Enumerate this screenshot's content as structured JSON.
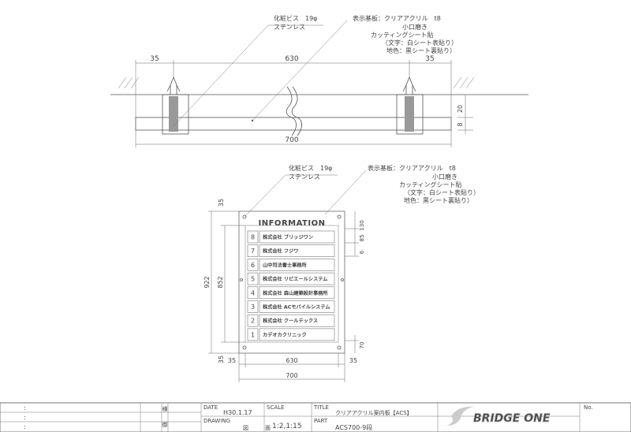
{
  "top_view": {
    "callout_screw": [
      "化粧ビス　19φ",
      "ステンレス"
    ],
    "callout_board": [
      "表示基板：クリアアクリル　t8",
      "小口磨き",
      "カッティングシート貼",
      "（文字：白シート表貼り）",
      "地色：黒シート裏貼り）"
    ],
    "dim_left": "35",
    "dim_mid": "630",
    "dim_right": "35",
    "dim_total": "700",
    "dim_height_upper": "20",
    "dim_height_lower": "8"
  },
  "front_view": {
    "callout_screw": [
      "化粧ビス　19φ",
      "ステンレス"
    ],
    "callout_board": [
      "表示基板：クリアアクリル　t8",
      "小口磨き",
      "カッティングシート貼",
      "（文字：白シート表貼り）",
      "地色：黒シート裏貼り）"
    ],
    "heading": "INFORMATION",
    "rows": [
      {
        "num": "8",
        "name": "株式会社 ブリッジワン"
      },
      {
        "num": "7",
        "name": "株式会社 フジワ"
      },
      {
        "num": "6",
        "name": "山中司法書士事務所"
      },
      {
        "num": "5",
        "name": "株式会社 リビエールシステム"
      },
      {
        "num": "4",
        "name": "株式会社 森山建築設計事務所"
      },
      {
        "num": "3",
        "name": "株式会社 ACモバイルシステム"
      },
      {
        "num": "2",
        "name": "株式会社 クールテックス"
      },
      {
        "num": "1",
        "name": "カデオカクリニック"
      }
    ],
    "dim_top_margin": "35",
    "dim_overall_h": "922",
    "dim_inner_h": "852",
    "dim_bottom_margin": "35",
    "dim_bottom_left_margin": "35",
    "dim_inner_w": "630",
    "dim_right_margin": "35",
    "dim_overall_w": "700",
    "dim_right_130": "130",
    "dim_right_85": "85",
    "dim_right_6": "6",
    "dim_right_70": "70"
  },
  "title_block": {
    "date_label": "DATE",
    "date_value": "H30.1.17",
    "scale_label": "SCALE",
    "scale_value": "1:2,1:15",
    "title_label": "TITLE",
    "title_value": "クリアアクリル案内板【ACS】",
    "drawing_label": "DRAWING",
    "drawing_value": "図　　　面",
    "part_label": "PART",
    "part_value": "ACS700-9段",
    "brand": "BRIDGE ONE",
    "no_label": "No.",
    "col_mark_top": "様",
    "col_mark_bottom": "御",
    "colons": [
      ":",
      ":",
      ":"
    ]
  }
}
